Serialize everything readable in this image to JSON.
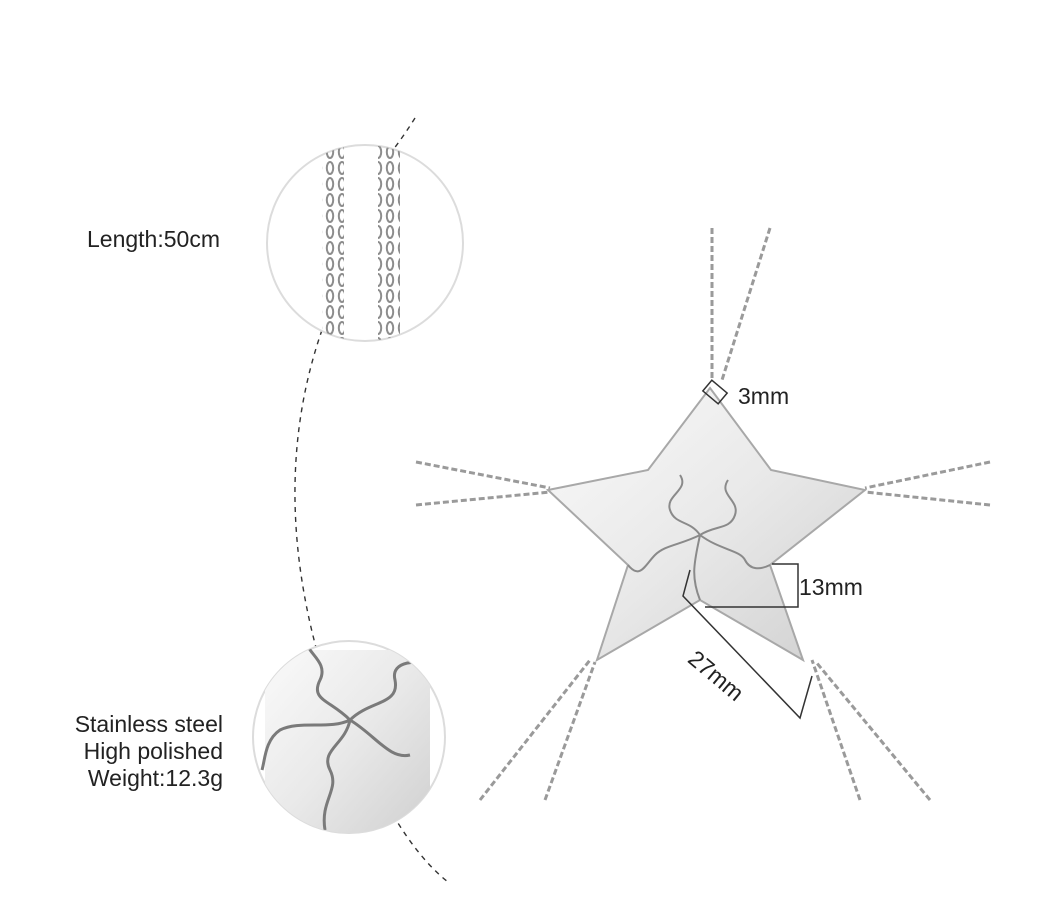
{
  "labels": {
    "length": "Length:50cm",
    "material": "Stainless steel",
    "finish": "High polished",
    "weight": "Weight:12.3g",
    "dim_bail": "3mm",
    "dim_tab": "13mm",
    "dim_point": "27mm"
  },
  "colors": {
    "metal_light": "#f2f2f2",
    "metal_mid": "#c8c8c8",
    "metal_dark": "#8a8a8a",
    "line": "#333333"
  }
}
